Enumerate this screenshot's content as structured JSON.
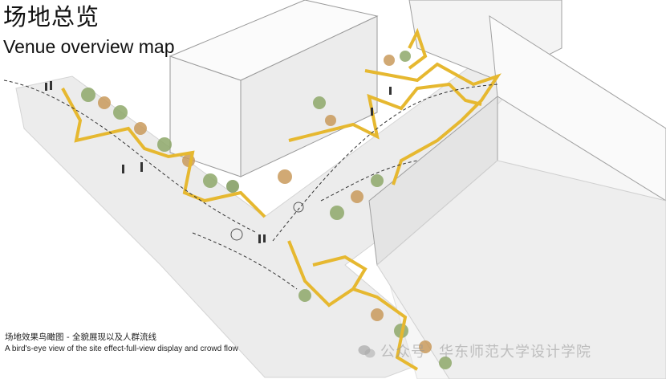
{
  "header": {
    "title_cn": "场地总览",
    "title_en": "Venue overview map"
  },
  "caption": {
    "cn": "场地效果鸟瞰图 - 全貌展现以及人群流线",
    "en": "A bird's-eye view of the site effect-full-view display and crowd flow"
  },
  "watermark": {
    "account": "公众号",
    "org": "华东师范大学设计学院"
  },
  "colors": {
    "background": "#ffffff",
    "building": "#f3f3f3",
    "building_shadow": "#d9d9d9",
    "ground": "#e9e9e9",
    "walkway_yellow": "#e6b830",
    "tree_green": "#8ea86a",
    "tree_autumn": "#c99a5c",
    "flow_line": "#333333"
  },
  "icons": [
    "wechat-icon"
  ]
}
